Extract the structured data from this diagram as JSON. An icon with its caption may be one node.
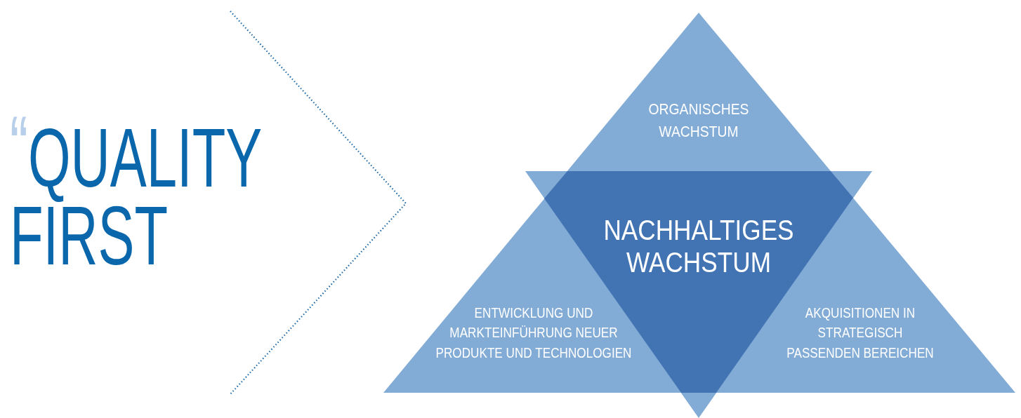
{
  "diagram": {
    "title": "“QUALITY FIRST",
    "nodes": [
      {
        "text": [
          "ORGANISCHES WACHSTUM"
        ]
      },
      {
        "text": [
          "NACHHALTIGES WACHSTUM"
        ]
      },
      {
        "text": [
          "ENTWICKLUNG UND MARKTEINFÜHRUNG NEUER PRODUKTE UND TECHNOLOGIEN"
        ]
      },
      {
        "text": [
          "AKQUISITIONEN IN STRATEGISCH PASSENDEN BEREICHEN"
        ]
      }
    ]
  }
}
